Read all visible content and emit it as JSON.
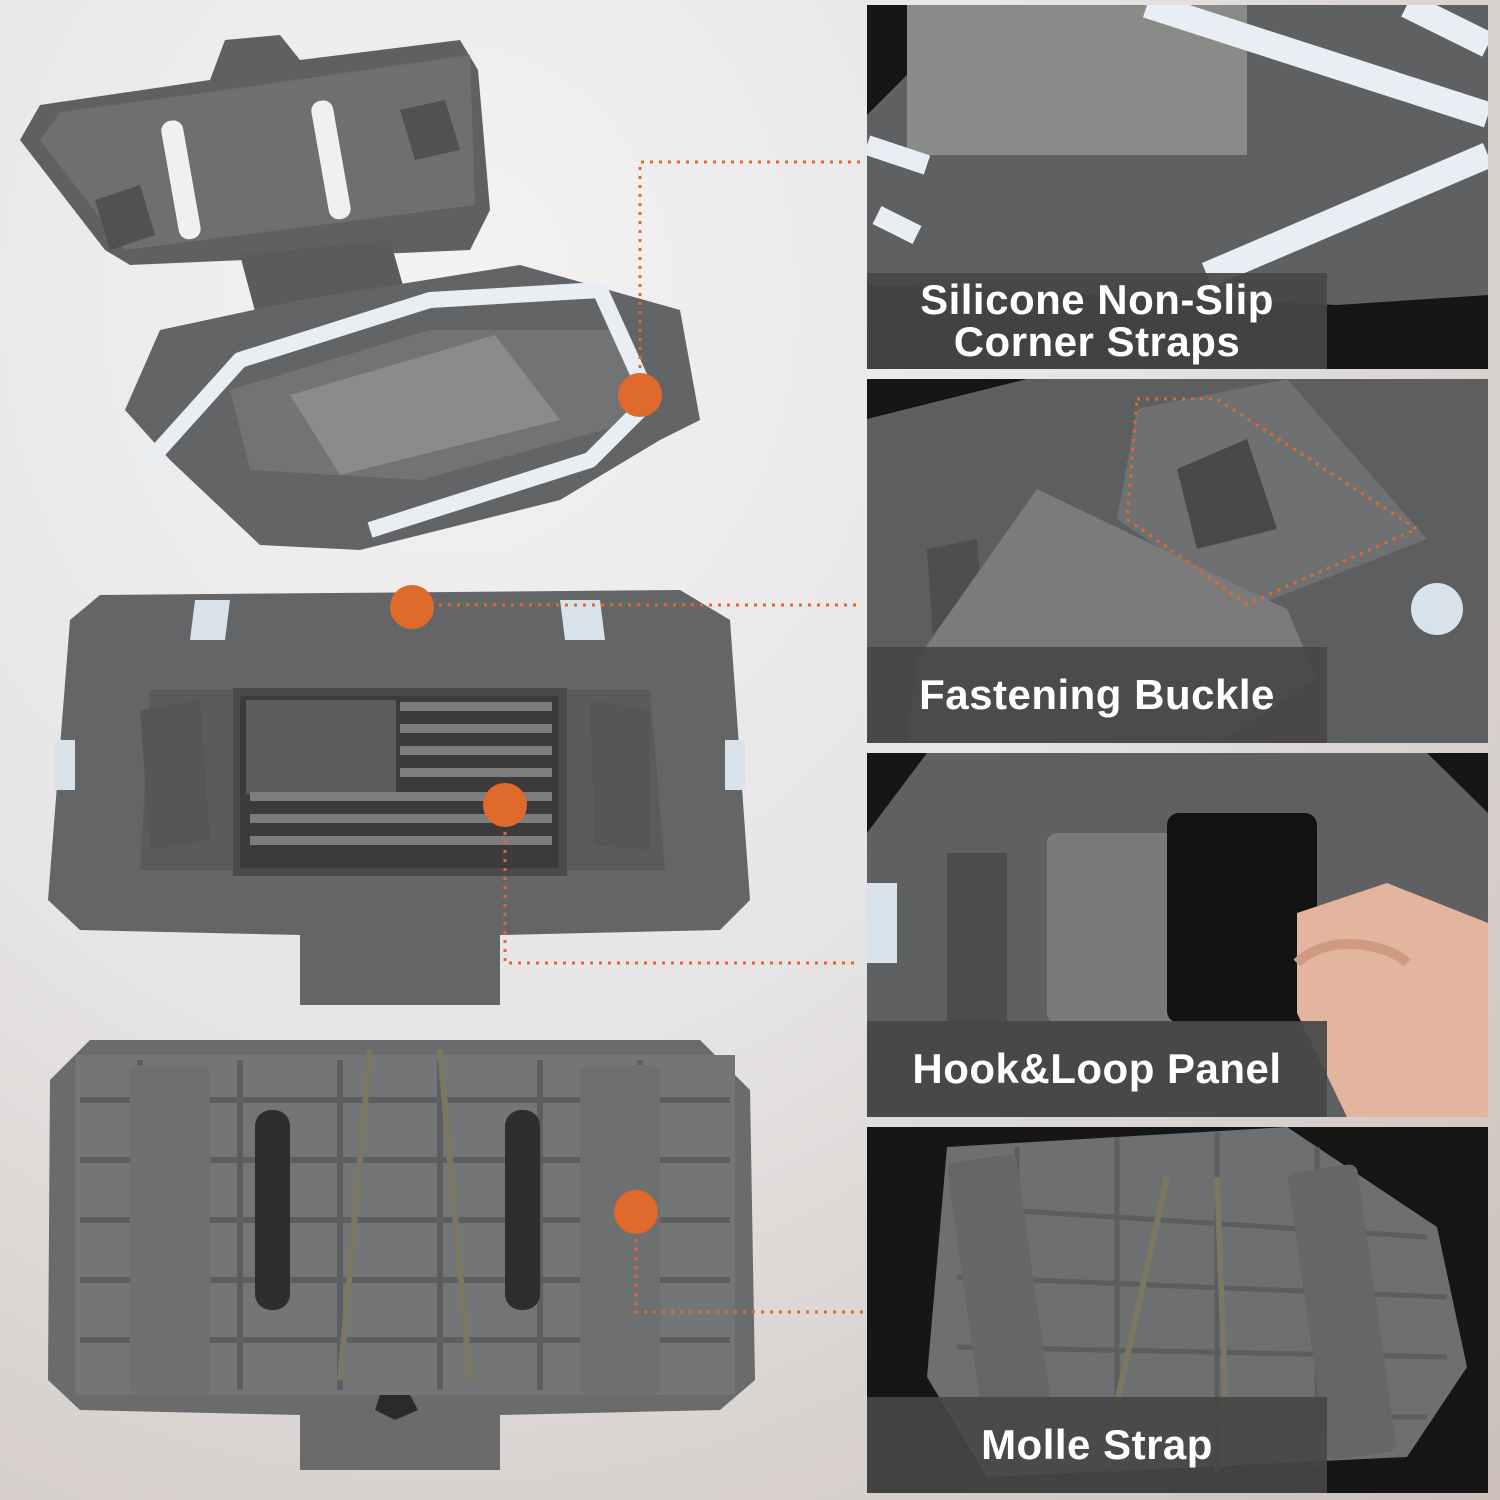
{
  "colors": {
    "accent": "#e06a2c",
    "product_gray": "#6d6e70",
    "panel_bg": "#161616",
    "caption_bg": "#464646",
    "caption_text": "#ffffff",
    "strap": "#e8eef3"
  },
  "features": [
    {
      "label": "Silicone Non-Slip\nCorner Straps",
      "icon": "corner-straps-photo"
    },
    {
      "label": "Fastening Buckle",
      "icon": "buckle-photo"
    },
    {
      "label": "Hook&Loop Panel",
      "icon": "hook-loop-photo"
    },
    {
      "label": "Molle Strap",
      "icon": "molle-photo"
    }
  ]
}
